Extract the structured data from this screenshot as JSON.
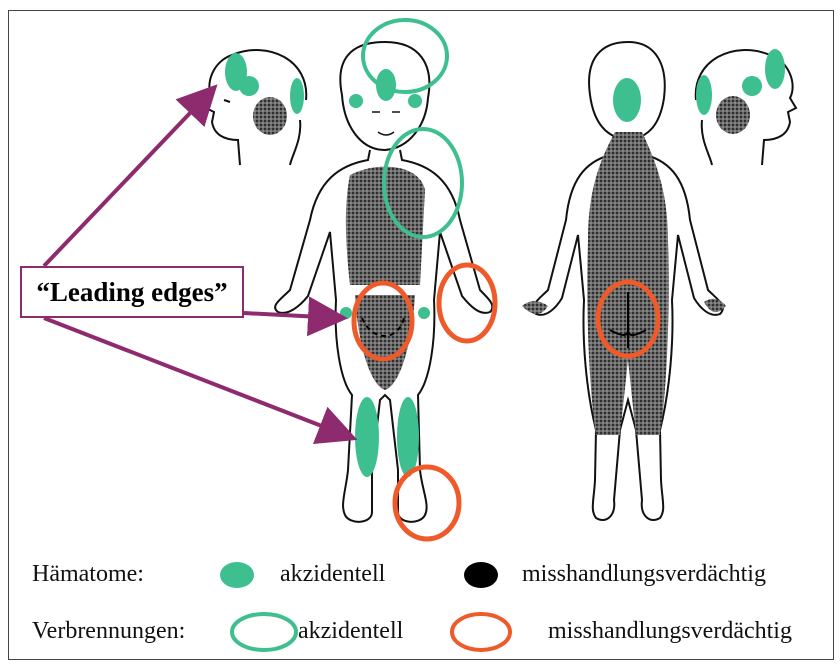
{
  "callout": {
    "label": "“Leading edges”"
  },
  "legend": {
    "haematome": {
      "title": "Hämatome:",
      "accidental": "akzidentell",
      "abuse": "misshandlungsverdächtig"
    },
    "burns": {
      "title": "Verbrennungen:",
      "accidental": "akzidentell",
      "abuse": "misshandlungsverdächtig"
    }
  },
  "colors": {
    "accidental": "#3dbf8f",
    "abuse_burn": "#ee5a2a",
    "abuse_bruise": "#000000",
    "arrow": "#8e2a6e",
    "shading": "#3b3b3b"
  }
}
